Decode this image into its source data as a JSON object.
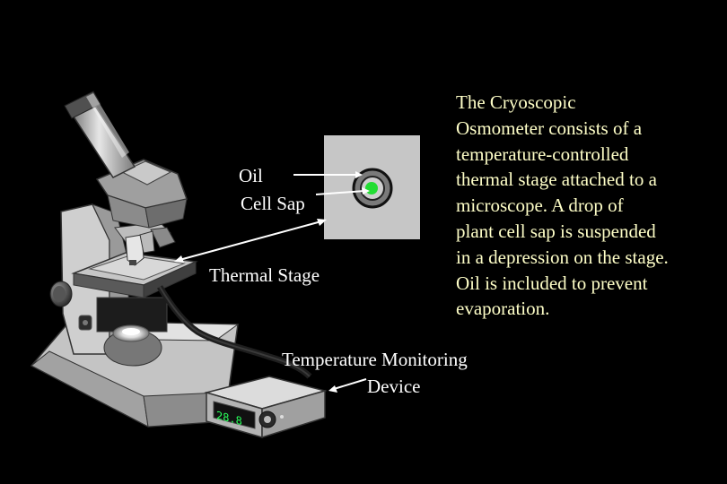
{
  "colors": {
    "background": "#000000",
    "label_text": "#ffffff",
    "description_text": "#ffffc8",
    "cell_sap_drop": "#22dd33",
    "display_digits": "#28ff5a"
  },
  "labels": {
    "oil": "Oil",
    "cell_sap": "Cell Sap",
    "thermal_stage": "Thermal Stage",
    "temperature_monitoring": "Temperature Monitoring",
    "device": "Device"
  },
  "description": "The Cryoscopic\nOsmometer consists of a\ntemperature-controlled\nthermal stage attached to a\nmicroscope.  A drop of\nplant cell sap is suspended\nin a depression on the stage.\nOil is included to prevent\nevaporation.",
  "device_display": "28.8",
  "icons": {
    "microscope": "microscope-icon",
    "monitor": "temperature-monitor-icon",
    "stage_closeup": "stage-closeup-icon"
  }
}
